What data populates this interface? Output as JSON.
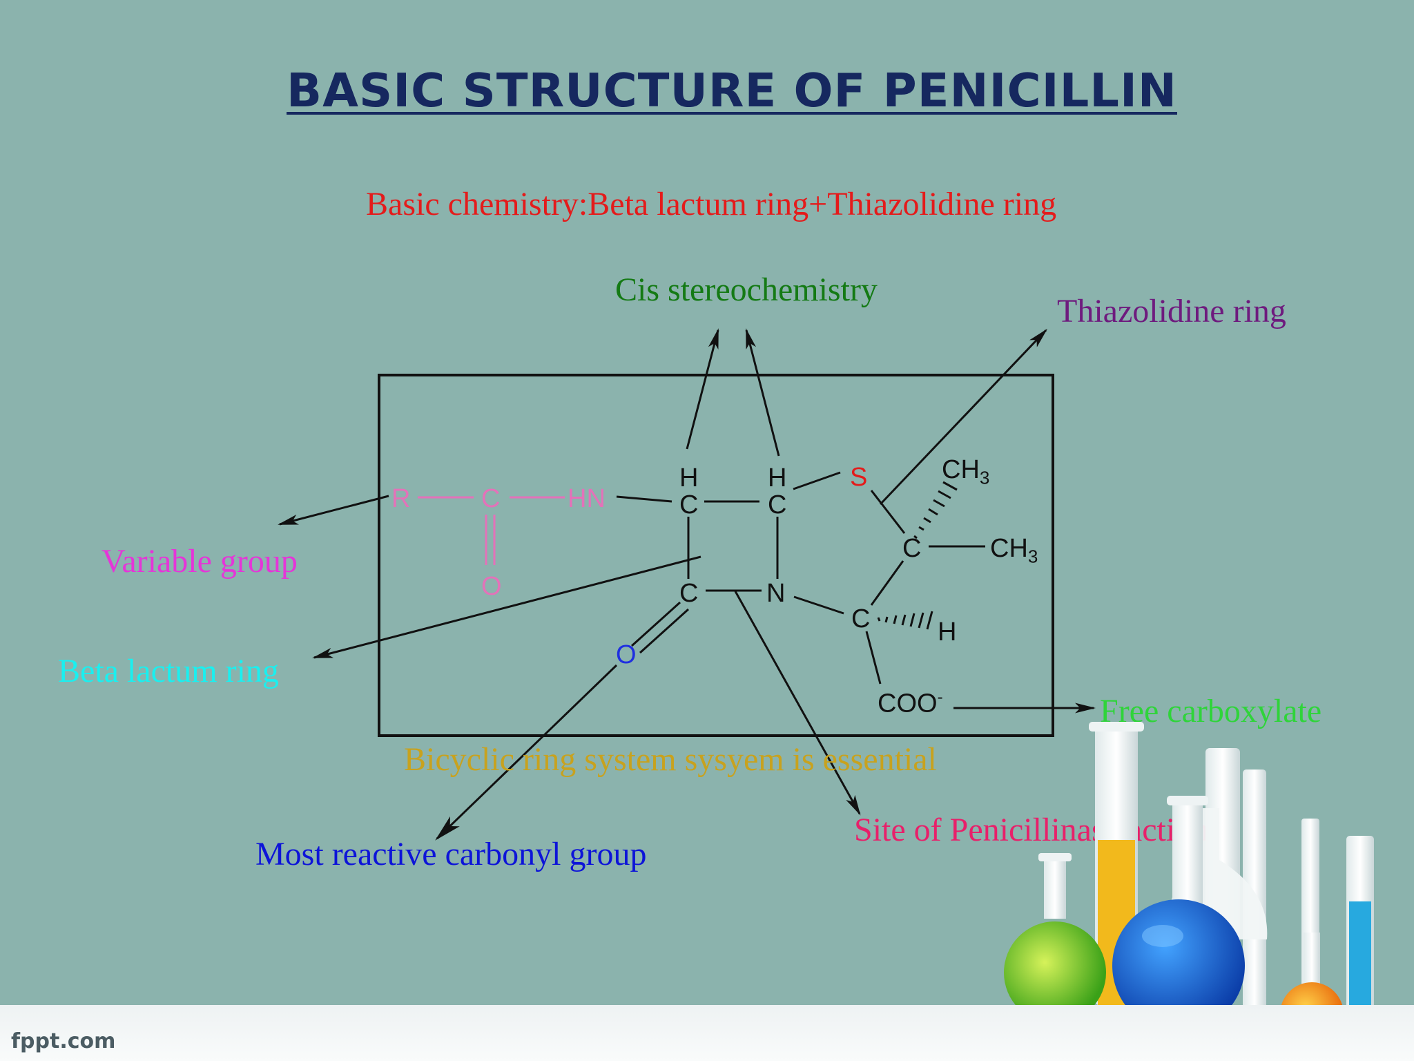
{
  "title": "BASIC STRUCTURE OF PENICILLIN",
  "subtitle": "Basic chemistry:Beta lactum ring+Thiazolidine ring",
  "labels": {
    "cis": "Cis stereochemistry",
    "thiazolidine": "Thiazolidine ring",
    "variable": "Variable group",
    "beta": "Beta lactum ring",
    "carboxylate": "Free carboxylate",
    "bicyclic": "Bicyclic ring system sysyem is essential",
    "penicillinase": "Site of Penicillinase action",
    "carbonyl": "Most reactive carbonyl group"
  },
  "atoms": {
    "r": "R",
    "c_acyl": "C",
    "o_acyl": "O",
    "hn": "HN",
    "h1": "H",
    "c1": "C",
    "h2": "H",
    "c2": "C",
    "s": "S",
    "ch3_top": "CH",
    "ch3_top_sub": "3",
    "c_quat": "C",
    "ch3_right": "CH",
    "ch3_right_sub": "3",
    "c_lactam": "C",
    "n": "N",
    "c_alpha": "C",
    "h_alpha": "H",
    "o_lactam": "O",
    "coo": "COO",
    "coo_sup": "-"
  },
  "colors": {
    "background": "#8bb3ad",
    "title": "#16285f",
    "subtitle": "#e41b1b",
    "cis": "#147a14",
    "thiazolidine": "#6e1b7e",
    "variable": "#e535d8",
    "beta": "#19f0f0",
    "carboxylate": "#2fd43a",
    "bicyclic": "#c8a21e",
    "penicillinase": "#e8206a",
    "carbonyl": "#0d14d8",
    "sulfur": "#e41b1b",
    "acyl_group": "#e372b9",
    "lactam_oxygen": "#1f2fe0"
  },
  "footer": "fppt.com"
}
